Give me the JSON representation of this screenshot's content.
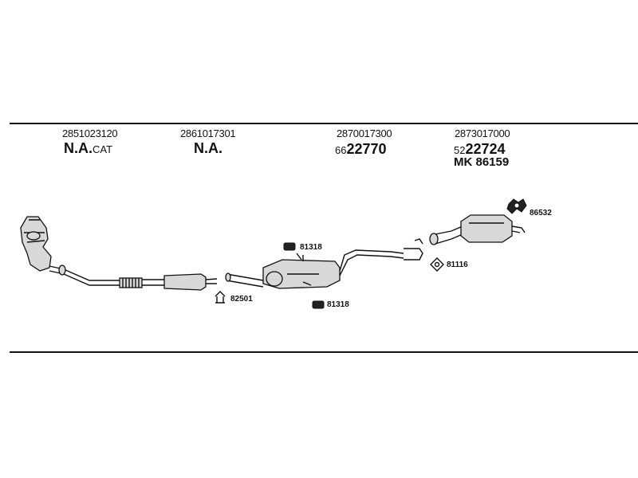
{
  "columns": [
    {
      "part_number": "2851023120",
      "main": "N.A.",
      "suffix": "CAT"
    },
    {
      "part_number": "2861017301",
      "main": "N.A.",
      "suffix": ""
    },
    {
      "part_number": "2870017300",
      "prefix": "66",
      "code": "22770"
    },
    {
      "part_number": "2873017000",
      "prefix": "52",
      "code": "22724",
      "extra": "MK  86159"
    }
  ],
  "callouts": {
    "hanger_top": "81318",
    "clamp_left": "82501",
    "hanger_bottom": "81318",
    "gasket": "81116",
    "rubber_mount": "86532"
  }
}
